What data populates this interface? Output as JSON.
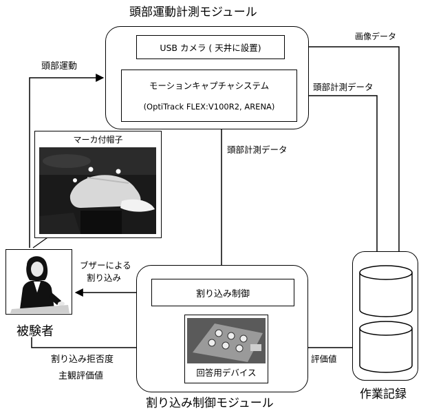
{
  "head_module": {
    "title": "頭部運動計測モジュール",
    "usb_camera": "USB カメラ ( 天井に設置)",
    "mocap_line1": "モーションキャプチャシステム",
    "mocap_line2": "(OptiTrack FLEX:V100R2, ARENA)"
  },
  "interrupt_module": {
    "title": "割り込み制御モジュール",
    "control": "割り込み制御",
    "device": "回答用デバイス"
  },
  "work_record": {
    "title": "作業記録"
  },
  "subject": {
    "label": "被験者",
    "photo_caption": "マーカ付帽子"
  },
  "edges": {
    "head_motion": "頭部運動",
    "image_data": "画像データ",
    "head_data_right": "頭部計測データ",
    "head_data_down": "頭部計測データ",
    "buzzer_line1": "ブザーによる",
    "buzzer_line2": "割り込み",
    "refusal_line1": "割り込み拒否度",
    "refusal_line2": "主観評価値",
    "evaluation": "評価値"
  }
}
